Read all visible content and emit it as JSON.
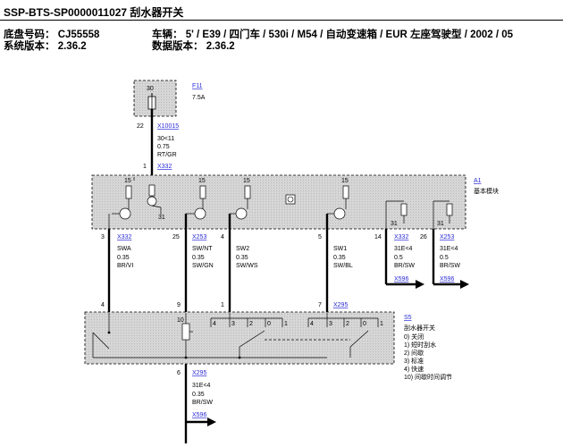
{
  "header": {
    "title": "SSP-BTS-SP0000011027 刮水器开关",
    "chassis_label": "底盘号码：",
    "chassis_value": "CJ55558",
    "system_version_label": "系统版本：",
    "system_version_value": "2.36.2",
    "vehicle_label": "车辆：",
    "vehicle_value": "5' / E39 / 四门车 / 530i / M54 / 自动变速箱 / EUR 左座驾驶型 / 2002 / 05",
    "data_version_label": "数据版本：",
    "data_version_value": "2.36.2"
  },
  "diagram": {
    "fuse": {
      "id": "F11",
      "rating": "7.5A",
      "terminal": "30"
    },
    "feed": {
      "pin": "22",
      "connector": "X10015",
      "circuit": "30<11",
      "size": "0.75",
      "color": "RT/GR"
    },
    "module_input": {
      "pin": "1",
      "connector": "X332"
    },
    "module": {
      "id": "A1",
      "name": "基本模块",
      "v15": "15",
      "gnd31": "31"
    },
    "wires": [
      {
        "pin": "3",
        "connector": "X332",
        "name": "SWA",
        "size": "0.35",
        "color": "BR/VI",
        "s5_pin": "4"
      },
      {
        "pin": "25",
        "connector": "X253",
        "name": "SW/NT",
        "size": "0.35",
        "color": "SW/GN",
        "s5_pin": "9"
      },
      {
        "pin": "4",
        "connector": "",
        "name": "SW2",
        "size": "0.35",
        "color": "SW/WS",
        "s5_pin": "1"
      },
      {
        "pin": "5",
        "connector": "",
        "name": "SW1",
        "size": "0.35",
        "color": "SW/BL",
        "s5_pin": "7",
        "s5_connector": "X295"
      }
    ],
    "grounds": [
      {
        "pin": "14",
        "connector": "X332",
        "circuit": "31E<4",
        "size": "0.5",
        "color": "BR/SW",
        "dest": "X596"
      },
      {
        "pin": "26",
        "connector": "X253",
        "circuit": "31E<4",
        "size": "0.5",
        "color": "BR/SW",
        "dest": "X596"
      }
    ],
    "switch": {
      "id": "S5",
      "name": "刮水器开关",
      "legend": [
        "0) 关闭",
        "1) 短时刮水",
        "2) 间歇",
        "3) 标准",
        "4) 快速",
        "10) 间歇时间调节"
      ],
      "pot_pin": "10",
      "left_positions": [
        "4",
        "3",
        "2",
        "0",
        "1"
      ],
      "right_positions": [
        "4",
        "3",
        "2",
        "0",
        "1"
      ]
    },
    "bottom": {
      "pin": "6",
      "connector": "X295",
      "circuit": "31E<4",
      "size": "0.35",
      "color": "BR/SW",
      "dest": "X596"
    }
  }
}
